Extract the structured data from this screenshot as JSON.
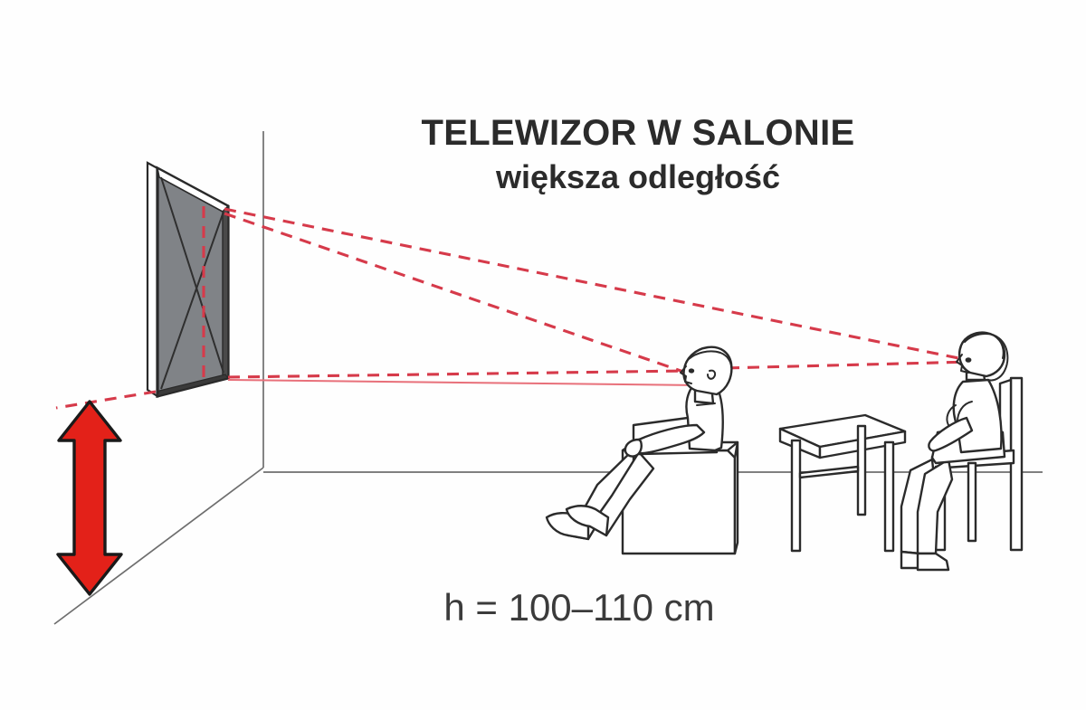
{
  "title": {
    "main": "TELEWIZOR W SALONIE",
    "sub": "większa odległość"
  },
  "measurement": {
    "height_label": "h = 100–110 cm"
  },
  "colors": {
    "red_arrow_fill": "#e32119",
    "red_arrow_stroke": "#1a1a1a",
    "sight_line_red": "#d63a4a",
    "eye_line_red": "#e8616b",
    "tv_screen_gray": "#808387",
    "tv_frame_dark": "#2a2a2a",
    "room_line_gray": "#6e6e6e",
    "figure_outline": "#2b2b2b",
    "background": "#fefefe",
    "text_dark": "#2b2b2b"
  },
  "scene": {
    "room": {
      "corner_line": "vertical wall corner",
      "left_floor_line": "receding floor edge",
      "right_floor_line": "horizontal floor edge"
    },
    "objects": [
      {
        "name": "wall-mounted-tv",
        "label": "TV on wall, perspective view with X diagonal"
      },
      {
        "name": "height-arrow",
        "label": "double headed vertical red arrow for mounting height"
      },
      {
        "name": "seated-man",
        "label": "man seated on ottoman facing the TV"
      },
      {
        "name": "ottoman",
        "label": "cube ottoman / pouf"
      },
      {
        "name": "dining-table",
        "label": "table in perspective"
      },
      {
        "name": "seated-woman",
        "label": "woman seated on a dining chair facing the TV"
      },
      {
        "name": "dining-chair",
        "label": "high back dining chair"
      }
    ],
    "sight_lines": [
      {
        "name": "tv-top-to-woman-eye",
        "style": "dashed"
      },
      {
        "name": "tv-top-to-man-eye",
        "style": "dashed"
      },
      {
        "name": "tv-bottom-to-man-eye",
        "style": "dashed"
      },
      {
        "name": "man-eye-to-woman-eye",
        "style": "dashed"
      },
      {
        "name": "eye-level-horizontal",
        "style": "solid"
      },
      {
        "name": "tv-center-vertical",
        "style": "dashed"
      },
      {
        "name": "tv-bottom-to-arrow-top",
        "style": "dashed"
      }
    ]
  }
}
